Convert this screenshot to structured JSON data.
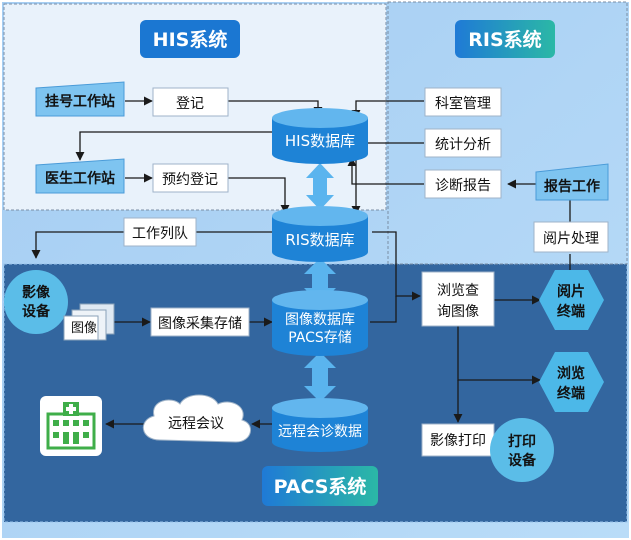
{
  "systems": {
    "his": "HIS系统",
    "ris": "RIS系统",
    "pacs": "PACS系统"
  },
  "nodes": {
    "register_station": "挂号工作站",
    "register": "登记",
    "doctor_station": "医生工作站",
    "appointment": "预约登记",
    "his_db": "HIS数据库",
    "dept_mgmt": "科室管理",
    "stats": "统计分析",
    "diagnosis_report": "诊断报告",
    "report_work": "报告工作",
    "read_process": "阅片处理",
    "work_list": "工作列队",
    "ris_db": "RIS数据库",
    "imaging_device": [
      "影像",
      "设备"
    ],
    "image_doc": "图像",
    "image_capture": "图像采集存储",
    "image_db": [
      "图像数据库",
      "PACS存储"
    ],
    "browse_query": [
      "浏览查",
      "询图像"
    ],
    "reading_terminal": [
      "阅片",
      "终端"
    ],
    "browse_terminal": [
      "浏览",
      "终端"
    ],
    "remote_meeting": "远程会议",
    "remote_db": "远程会诊数据",
    "image_print": "影像打印",
    "print_device": [
      "打印",
      "设备"
    ]
  },
  "colors": {
    "his_bg": "#e8f1fb",
    "ris_bg": "#a9d4f7",
    "pacs_bg": "#3266a4",
    "badge": "#1c7fd8",
    "badge_green": "#2fb69c",
    "cylinder": "#1e84d6",
    "cylinder_top": "#5cb2ec",
    "hex": "#4cb6e8",
    "connector": "#5fb6ee",
    "line": "#222222"
  }
}
